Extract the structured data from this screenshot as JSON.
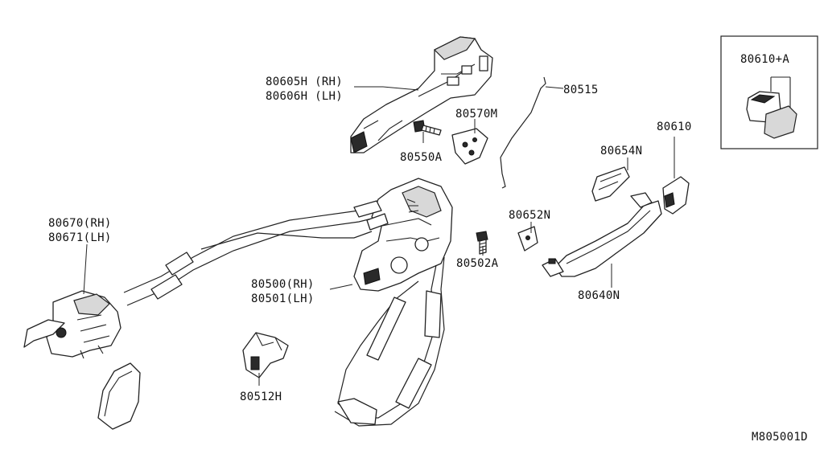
{
  "labels": {
    "p80605": "80605H (RH)",
    "p80606": "80606H (LH)",
    "p80570m": "80570M",
    "p80550a": "80550A",
    "p80515": "80515",
    "p80610": "80610",
    "p80610a": "80610+A",
    "p80654n": "80654N",
    "p80652n": "80652N",
    "p80502a": "80502A",
    "p80640n": "80640N",
    "p80670": "80670(RH)",
    "p80671": "80671(LH)",
    "p80500": "80500(RH)",
    "p80501": "80501(LH)",
    "p80512h": "80512H"
  },
  "diagram_code": "M805001D"
}
